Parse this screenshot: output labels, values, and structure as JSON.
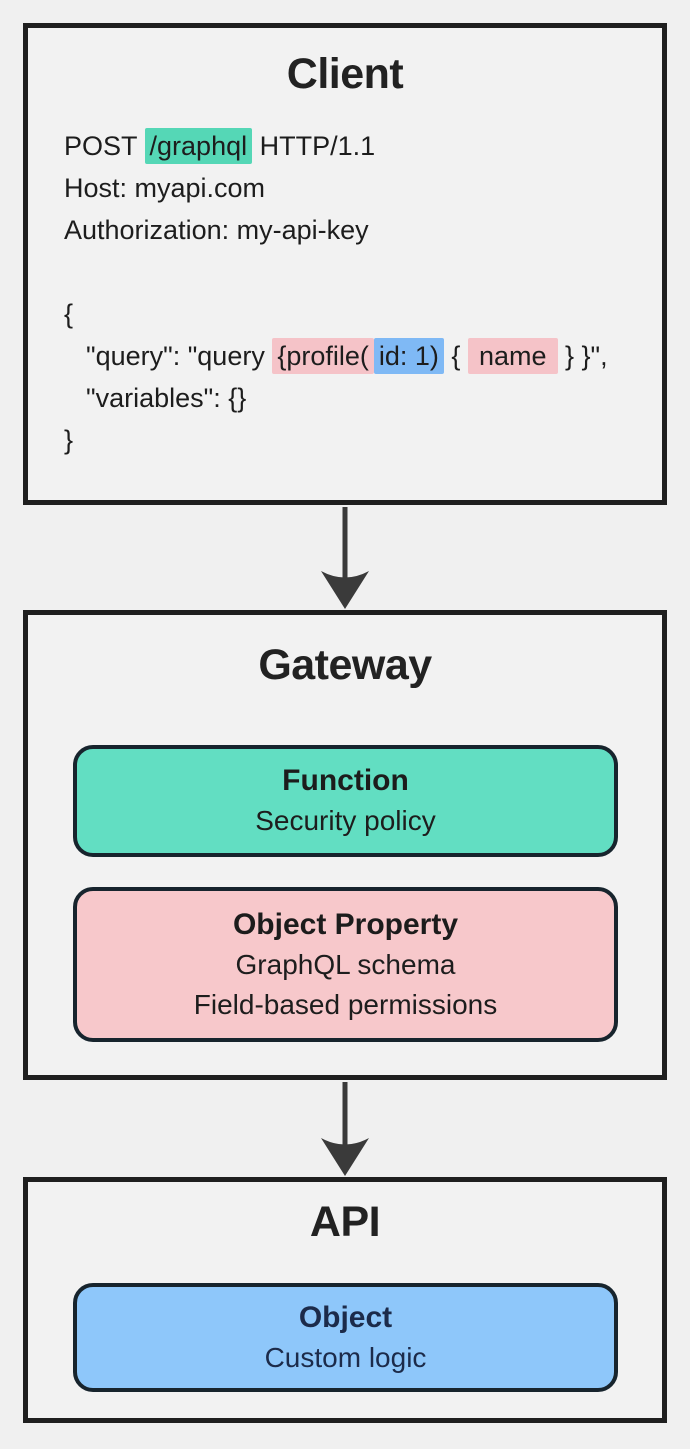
{
  "client": {
    "title": "Client",
    "request": {
      "post_prefix": "POST ",
      "post_path": "/graphql",
      "post_suffix": " HTTP/1.1",
      "host": "Host: myapi.com",
      "authorization": "Authorization: my-api-key"
    },
    "body": {
      "open_brace": "{",
      "query_prefix": "\"query\": \"query ",
      "query_profile": "{profile(",
      "query_id_arg": "id: 1)",
      "query_mid": " { ",
      "query_name_field": "name",
      "query_suffix": " } }\",",
      "variables": "\"variables\": {}",
      "close_brace": "}"
    }
  },
  "gateway": {
    "title": "Gateway",
    "function_card": {
      "title": "Function",
      "lines": [
        "Security policy"
      ]
    },
    "object_property_card": {
      "title": "Object Property",
      "lines": [
        "GraphQL schema",
        "Field-based permissions"
      ]
    }
  },
  "api": {
    "title": "API",
    "object_card": {
      "title": "Object",
      "lines": [
        "Custom logic"
      ]
    }
  },
  "colors": {
    "background": "#f0f0f0",
    "box_border": "#1f1f1f",
    "card_border": "#17242d",
    "arrow": "#3a3a3a",
    "highlight_teal": "#55d7b6",
    "highlight_pink": "#f5c3c8",
    "highlight_blue": "#7fb9f5",
    "card_teal": "#62dec2",
    "card_pink": "#f7c8cb",
    "card_blue": "#8ec7fa",
    "card_blue_text": "#1c2b4a"
  }
}
